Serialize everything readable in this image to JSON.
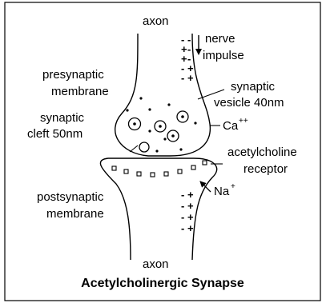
{
  "labels": {
    "axon_top": "axon",
    "nerve_impulse_line1": "nerve",
    "nerve_impulse_line2": "impulse",
    "presynaptic_line1": "presynaptic",
    "presynaptic_line2": "membrane",
    "synaptic_vesicle_line1": "synaptic",
    "synaptic_vesicle_line2": "vesicle 40nm",
    "synaptic_cleft_line1": "synaptic",
    "synaptic_cleft_line2": "cleft 50nm",
    "calcium": "Ca",
    "calcium_charge": "++",
    "acetylcholine_line1": "acetylcholine",
    "acetylcholine_line2": "receptor",
    "sodium": "Na",
    "sodium_charge": "+",
    "postsynaptic_line1": "postsynaptic",
    "postsynaptic_line2": "membrane",
    "axon_bottom": "axon"
  },
  "title": "Acetylcholinergic Synapse",
  "charge_symbols": {
    "positive": "+",
    "negative": "-"
  },
  "icons": {
    "nerve_impulse_arrow": "down-arrow",
    "sodium_arrow": "up-left-arrow"
  }
}
